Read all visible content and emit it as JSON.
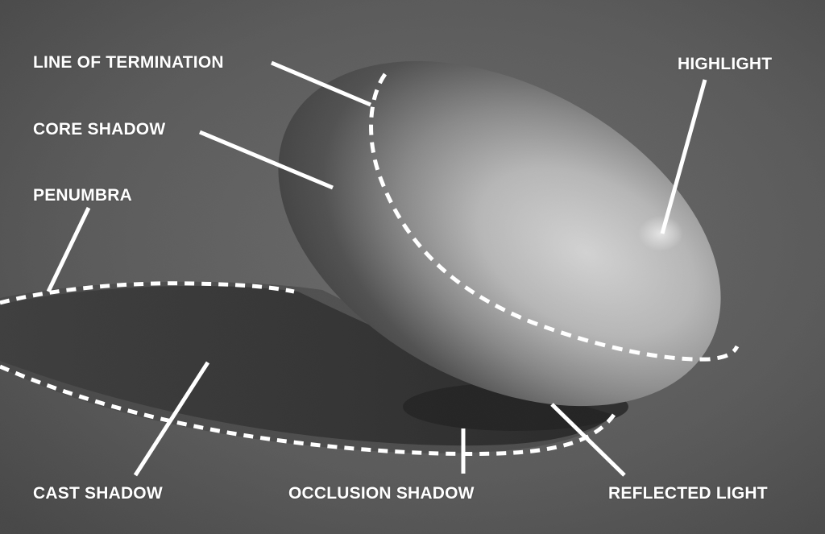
{
  "diagram": {
    "subject": "shaded egg drawing on textured paper",
    "colors": {
      "background": "#4a4a4a",
      "egg_light": "#d4d4d4",
      "egg_shadow": "#3a3a3a",
      "cast_shadow": "#242424",
      "annotation": "#ffffff"
    },
    "labels": {
      "line_of_termination": "LINE OF TERMINATION",
      "core_shadow": "CORE SHADOW",
      "penumbra": "PENUMBRA",
      "highlight": "HIGHLIGHT",
      "cast_shadow": "CAST SHADOW",
      "occlusion_shadow": "OCCLUSION SHADOW",
      "reflected_light": "REFLECTED LIGHT"
    }
  }
}
